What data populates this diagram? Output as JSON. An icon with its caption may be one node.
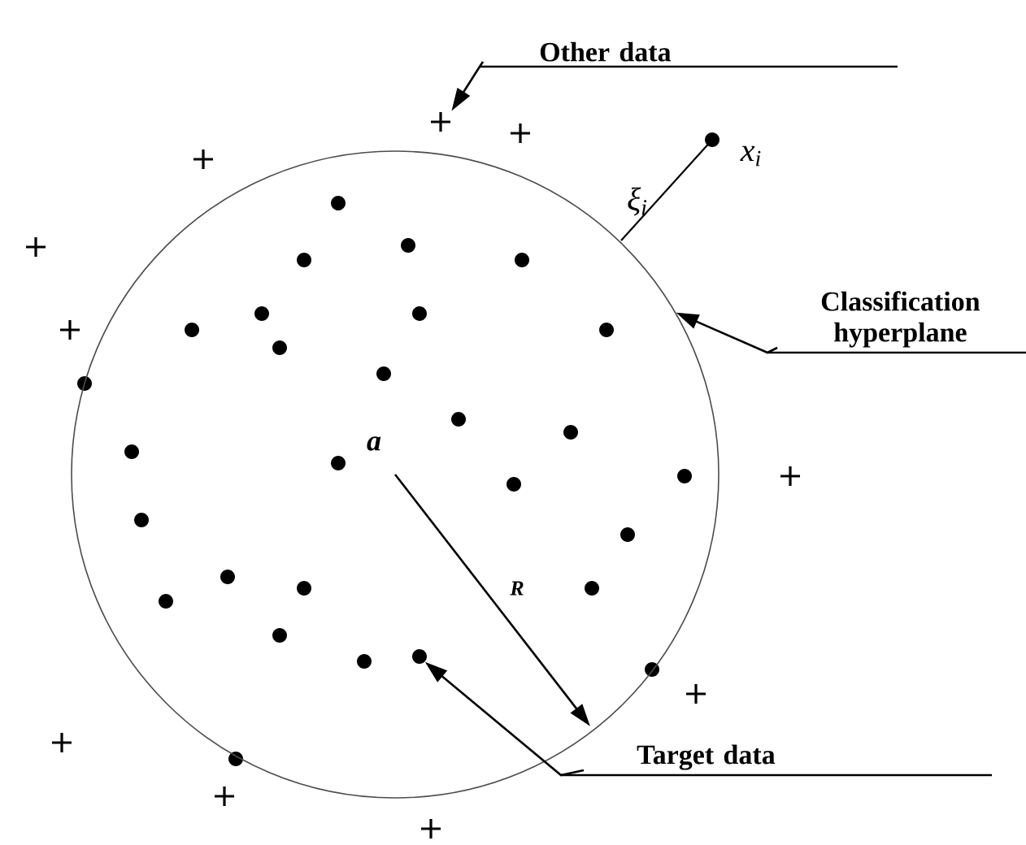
{
  "diagram": {
    "nodes": [
      {
        "text": [
          "Other data"
        ]
      },
      {
        "text": [
          "Classification hyperplane"
        ]
      },
      {
        "text": [
          "Target data"
        ]
      },
      {
        "text": [],
        "shape": "cross"
      },
      {
        "text": [],
        "shape": "circle"
      },
      {
        "text": [],
        "shape": "dot",
        "in": 4
      }
    ],
    "edges": [
      {
        "from": 0,
        "to": 3,
        "arrow": "to"
      },
      {
        "from": 1,
        "to": 4,
        "arrow": "to"
      },
      {
        "from": 2,
        "to": 5,
        "arrow": "to"
      }
    ],
    "labels": [
      "x$_{i}$",
      "ξ$_{i}$",
      "a",
      "R"
    ]
  }
}
